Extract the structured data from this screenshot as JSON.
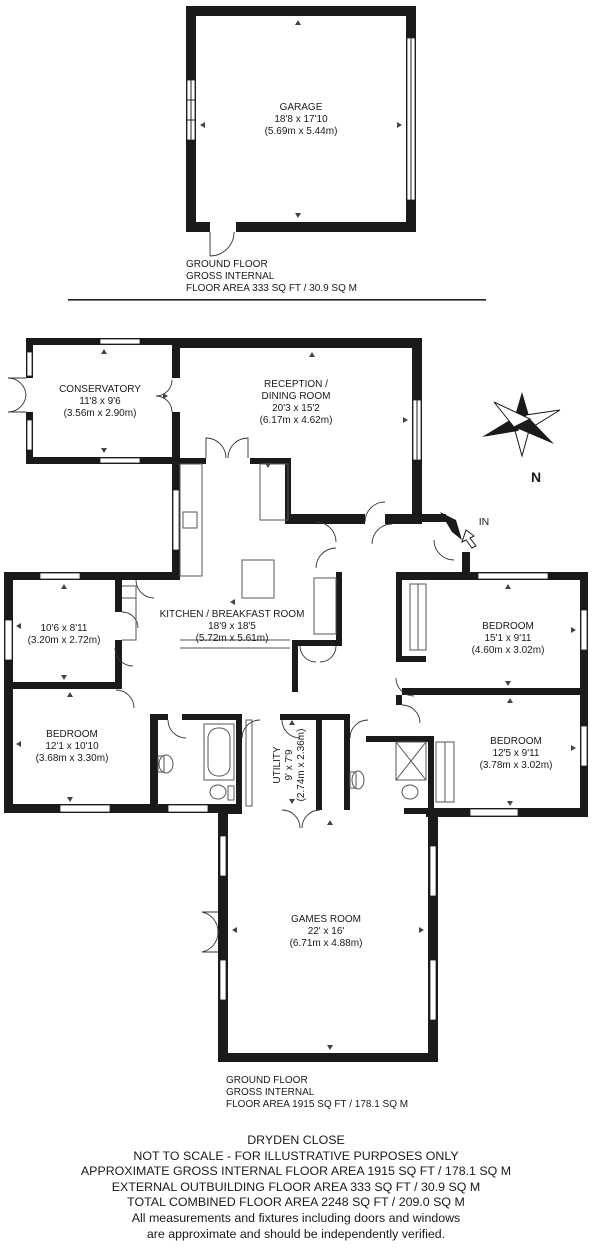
{
  "garage": {
    "name": "GARAGE",
    "dim_imperial": "18'8 x 17'10",
    "dim_metric": "(5.69m x 5.44m)"
  },
  "outbuilding_note": {
    "line1": "GROUND FLOOR",
    "line2": "GROSS INTERNAL",
    "line3": "FLOOR AREA 333 SQ FT / 30.9 SQ M"
  },
  "rooms": {
    "conservatory": {
      "name": "CONSERVATORY",
      "dim_imperial": "11'8 x 9'6",
      "dim_metric": "(3.56m x 2.90m)"
    },
    "reception": {
      "name_line1": "RECEPTION /",
      "name_line2": "DINING ROOM",
      "dim_imperial": "20'3 x 15'2",
      "dim_metric": "(6.17m x 4.62m)"
    },
    "kitchen": {
      "name": "KITCHEN / BREAKFAST ROOM",
      "dim_imperial": "18'9 x 18'5",
      "dim_metric": "(5.72m x 5.61m)"
    },
    "room_small": {
      "dim_imperial": "10'6 x 8'11",
      "dim_metric": "(3.20m x 2.72m)"
    },
    "bedroom_right_top": {
      "name": "BEDROOM",
      "dim_imperial": "15'1 x 9'11",
      "dim_metric": "(4.60m x 3.02m)"
    },
    "bedroom_left": {
      "name": "BEDROOM",
      "dim_imperial": "12'1 x 10'10",
      "dim_metric": "(3.68m x 3.30m)"
    },
    "utility": {
      "name": "UTILITY",
      "dim_imperial": "9' x 7'9",
      "dim_metric": "(2.74m x 2.36m)"
    },
    "bedroom_right_bottom": {
      "name": "BEDROOM",
      "dim_imperial": "12'5 x 9'11",
      "dim_metric": "(3.78m x 3.02m)"
    },
    "games_room": {
      "name": "GAMES ROOM",
      "dim_imperial": "22' x 16'",
      "dim_metric": "(6.71m x 4.88m)"
    }
  },
  "entrance_label": "IN",
  "compass_label": "N",
  "house_note": {
    "line1": "GROUND FLOOR",
    "line2": "GROSS INTERNAL",
    "line3": "FLOOR AREA 1915 SQ FT / 178.1 SQ M"
  },
  "footer": {
    "line1": "DRYDEN CLOSE",
    "line2": "NOT TO SCALE - FOR ILLUSTRATIVE PURPOSES ONLY",
    "line3": "APPROXIMATE GROSS INTERNAL FLOOR AREA 1915 SQ FT / 178.1 SQ M",
    "line4": "EXTERNAL OUTBUILDING FLOOR AREA 333 SQ FT / 30.9 SQ M",
    "line5": "TOTAL COMBINED FLOOR AREA 2248 SQ FT / 209.0 SQ M",
    "line6": "All measurements and fixtures including doors and windows",
    "line7": "are approximate and should be independently verified."
  }
}
